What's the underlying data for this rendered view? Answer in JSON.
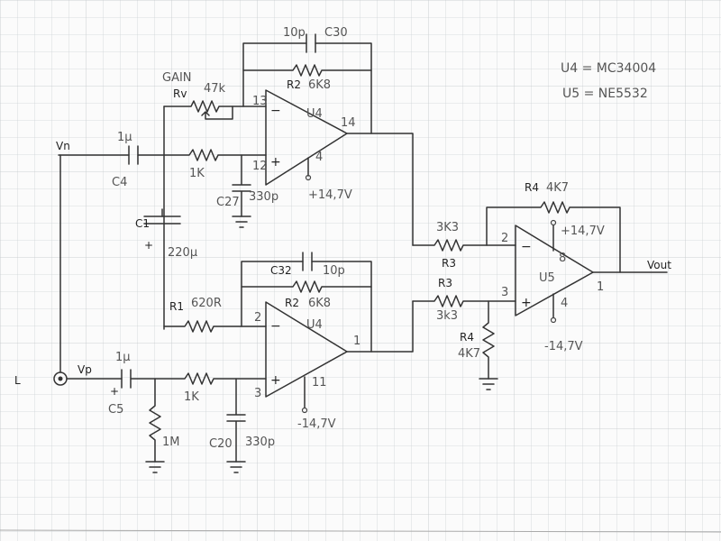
{
  "notes": {
    "u4_line": "U4 = MC34004",
    "u5_line": "U5 = NE5532"
  },
  "nodes": {
    "vn": "Vn",
    "vp": "Vp",
    "vout": "Vout",
    "input_connector": "L"
  },
  "top_stage": {
    "c30_value": "10p",
    "c30_name": "C30",
    "r2_name": "R2",
    "r2_value": "6K8",
    "gain_label": "GAIN",
    "rv_name": "Rv",
    "rv_value": "47k",
    "op_name": "U4",
    "pin_minus": "13",
    "pin_plus": "12",
    "pin_out": "14",
    "pin_supply": "4",
    "supply": "+14,7V",
    "c4_value": "1µ",
    "c4_name": "C4",
    "r_in_value": "1K",
    "c27_name": "C27",
    "c27_value": "330p"
  },
  "bottom_stage": {
    "c1_name": "C1",
    "c1_value": "220µ",
    "c32_name": "C32",
    "c32_value": "10p",
    "r2_name": "R2",
    "r2_value": "6K8",
    "r1_name": "R1",
    "r1_value": "620R",
    "op_name": "U4",
    "pin_minus": "2",
    "pin_plus": "3",
    "pin_out": "1",
    "pin_supply": "11",
    "supply": "-14,7V",
    "c5_value": "1µ",
    "c5_name": "C5",
    "r_in_value": "1K",
    "r_shunt_value": "1M",
    "c20_name": "C20",
    "c20_value": "330p"
  },
  "diff_stage": {
    "r4_top_name": "R4",
    "r4_top_value": "4K7",
    "r3_top_value": "3K3",
    "r3_top_name": "R3",
    "r3_bot_name": "R3",
    "r3_bot_value": "3k3",
    "r4_bot_name": "R4",
    "r4_bot_value": "4K7",
    "op_name": "U5",
    "pin_minus": "2",
    "pin_plus": "3",
    "pin_v_pos": "8",
    "pin_v_neg": "4",
    "pin_out": "1",
    "supply_pos": "+14,7V",
    "supply_neg": "-14,7V"
  }
}
